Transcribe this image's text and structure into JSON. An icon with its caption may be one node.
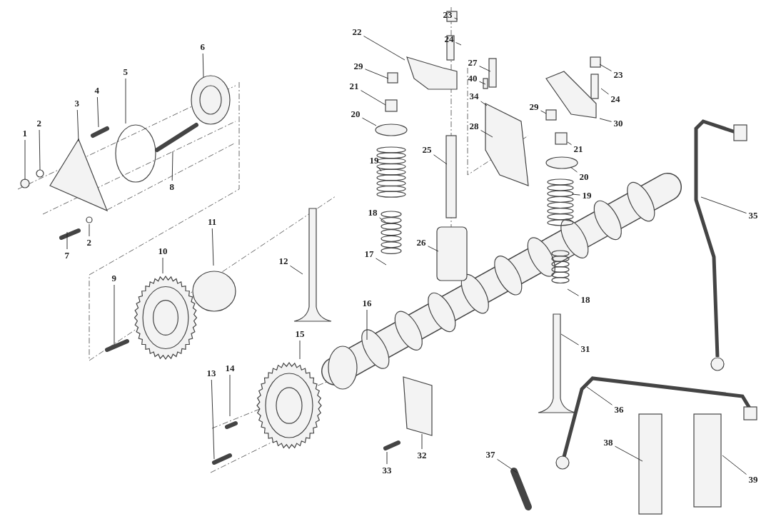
{
  "diagram": {
    "nodes": [
      {
        "text": [
          "1"
        ]
      },
      {
        "text": [
          "2"
        ]
      },
      {
        "text": [
          "3"
        ]
      },
      {
        "text": [
          "4"
        ]
      },
      {
        "text": [
          "5"
        ]
      },
      {
        "text": [
          "6"
        ]
      },
      {
        "text": [
          "8"
        ]
      },
      {
        "text": [
          "7"
        ]
      },
      {
        "text": [
          "2"
        ]
      },
      {
        "text": [
          "11"
        ]
      },
      {
        "text": [
          "10"
        ]
      },
      {
        "text": [
          "9"
        ]
      },
      {
        "text": [
          "12"
        ]
      },
      {
        "text": [
          "13"
        ]
      },
      {
        "text": [
          "14"
        ]
      },
      {
        "text": [
          "15"
        ]
      },
      {
        "text": [
          "16"
        ]
      },
      {
        "text": [
          "17"
        ]
      },
      {
        "text": [
          "18"
        ]
      },
      {
        "text": [
          "19"
        ]
      },
      {
        "text": [
          "20"
        ]
      },
      {
        "text": [
          "21"
        ]
      },
      {
        "text": [
          "29"
        ]
      },
      {
        "text": [
          "22"
        ]
      },
      {
        "text": [
          "23"
        ]
      },
      {
        "text": [
          "24"
        ]
      },
      {
        "text": [
          "25"
        ]
      },
      {
        "text": [
          "26"
        ]
      },
      {
        "text": [
          "27"
        ]
      },
      {
        "text": [
          "40"
        ]
      },
      {
        "text": [
          "34"
        ]
      },
      {
        "text": [
          "28"
        ]
      },
      {
        "text": [
          "29"
        ]
      },
      {
        "text": [
          "21"
        ]
      },
      {
        "text": [
          "20"
        ]
      },
      {
        "text": [
          "19"
        ]
      },
      {
        "text": [
          "18"
        ]
      },
      {
        "text": [
          "23"
        ]
      },
      {
        "text": [
          "24"
        ]
      },
      {
        "text": [
          "30"
        ]
      },
      {
        "text": [
          "35"
        ]
      },
      {
        "text": [
          "31"
        ]
      },
      {
        "text": [
          "36"
        ]
      },
      {
        "text": [
          "32"
        ]
      },
      {
        "text": [
          "33"
        ]
      },
      {
        "text": [
          "37"
        ]
      },
      {
        "text": [
          "38"
        ]
      },
      {
        "text": [
          "39"
        ]
      }
    ],
    "edges": [
      {
        "from": 0,
        "to": null,
        "arrow": "none"
      },
      {
        "from": 1,
        "to": null,
        "arrow": "none"
      },
      {
        "from": 2,
        "to": null,
        "arrow": "none"
      },
      {
        "from": 3,
        "to": null,
        "arrow": "none"
      },
      {
        "from": 4,
        "to": null,
        "arrow": "none"
      },
      {
        "from": 5,
        "to": null,
        "arrow": "none"
      },
      {
        "from": 6,
        "to": null,
        "arrow": "none"
      },
      {
        "from": 7,
        "to": null,
        "arrow": "none"
      },
      {
        "from": 8,
        "to": null,
        "arrow": "none"
      },
      {
        "from": 9,
        "to": null,
        "arrow": "none"
      },
      {
        "from": 10,
        "to": null,
        "arrow": "none"
      },
      {
        "from": 11,
        "to": null,
        "arrow": "none"
      },
      {
        "from": 12,
        "to": null,
        "arrow": "none"
      },
      {
        "from": 13,
        "to": null,
        "arrow": "none"
      },
      {
        "from": 14,
        "to": null,
        "arrow": "none"
      },
      {
        "from": 15,
        "to": null,
        "arrow": "none"
      },
      {
        "from": 16,
        "to": null,
        "arrow": "none"
      },
      {
        "from": 17,
        "to": null,
        "arrow": "none"
      },
      {
        "from": 18,
        "to": null,
        "arrow": "none"
      },
      {
        "from": 19,
        "to": null,
        "arrow": "none"
      },
      {
        "from": 20,
        "to": null,
        "arrow": "none"
      },
      {
        "from": 21,
        "to": null,
        "arrow": "none"
      },
      {
        "from": 22,
        "to": null,
        "arrow": "none"
      },
      {
        "from": 23,
        "to": null,
        "arrow": "none"
      },
      {
        "from": 24,
        "to": null,
        "arrow": "none"
      },
      {
        "from": 25,
        "to": null,
        "arrow": "none"
      },
      {
        "from": 26,
        "to": null,
        "arrow": "none"
      },
      {
        "from": 27,
        "to": null,
        "arrow": "none"
      },
      {
        "from": 28,
        "to": null,
        "arrow": "none"
      },
      {
        "from": 29,
        "to": null,
        "arrow": "none"
      },
      {
        "from": 30,
        "to": null,
        "arrow": "none"
      },
      {
        "from": 31,
        "to": null,
        "arrow": "none"
      },
      {
        "from": 32,
        "to": null,
        "arrow": "none"
      },
      {
        "from": 33,
        "to": null,
        "arrow": "none"
      },
      {
        "from": 34,
        "to": null,
        "arrow": "none"
      },
      {
        "from": 35,
        "to": null,
        "arrow": "none"
      },
      {
        "from": 36,
        "to": null,
        "arrow": "none"
      },
      {
        "from": 37,
        "to": null,
        "arrow": "none"
      },
      {
        "from": 38,
        "to": null,
        "arrow": "none"
      },
      {
        "from": 39,
        "to": null,
        "arrow": "none"
      },
      {
        "from": 40,
        "to": null,
        "arrow": "none"
      },
      {
        "from": 41,
        "to": null,
        "arrow": "none"
      },
      {
        "from": 42,
        "to": null,
        "arrow": "none"
      },
      {
        "from": 43,
        "to": null,
        "arrow": "none"
      },
      {
        "from": 44,
        "to": null,
        "arrow": "none"
      },
      {
        "from": 45,
        "to": null,
        "arrow": "none"
      },
      {
        "from": 46,
        "to": null,
        "arrow": "none"
      },
      {
        "from": 47,
        "to": null,
        "arrow": "none"
      }
    ]
  }
}
